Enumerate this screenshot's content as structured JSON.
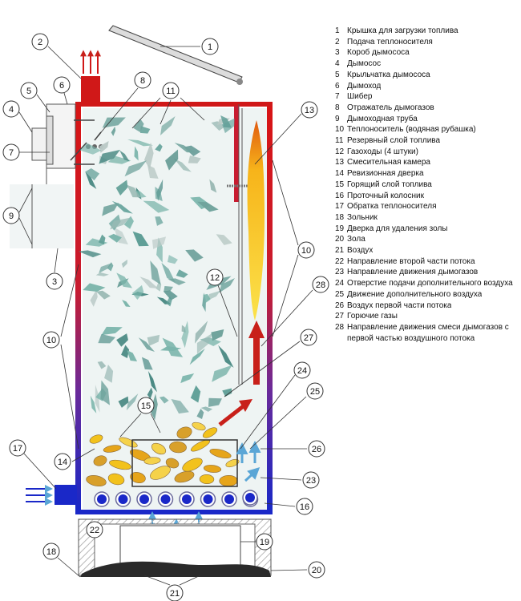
{
  "colors": {
    "hot": "#d01818",
    "cold": "#1a28c8",
    "air": "#5aa6d6",
    "flame": "#f7c21e",
    "fuel": "#5fa69a",
    "hatch": "#c8c8c8"
  },
  "callouts": [
    "1",
    "2",
    "3",
    "4",
    "5",
    "6",
    "7",
    "8",
    "9",
    "10",
    "11",
    "12",
    "13",
    "14",
    "15",
    "16",
    "17",
    "18",
    "19",
    "20",
    "21",
    "22",
    "23",
    "24",
    "25",
    "26",
    "27",
    "28"
  ],
  "legend": [
    {
      "num": "1",
      "text": "Крышка для загрузки топлива"
    },
    {
      "num": "2",
      "text": "Подача теплоносителя"
    },
    {
      "num": "3",
      "text": "Короб дымососа"
    },
    {
      "num": "4",
      "text": "Дымосос"
    },
    {
      "num": "5",
      "text": "Крыльчатка дымососа"
    },
    {
      "num": "6",
      "text": "Дымоход"
    },
    {
      "num": "7",
      "text": "Шибер"
    },
    {
      "num": "8",
      "text": "Отражатель дымогазов"
    },
    {
      "num": "9",
      "text": "Дымоходная труба"
    },
    {
      "num": "10",
      "text": "Теплоноситель (водяная рубашка)"
    },
    {
      "num": "11",
      "text": "Резервный слой топлива"
    },
    {
      "num": "12",
      "text": "Газоходы (4 штуки)"
    },
    {
      "num": "13",
      "text": "Смесительная камера"
    },
    {
      "num": "14",
      "text": "Ревизионная дверка"
    },
    {
      "num": "15",
      "text": "Горящий слой топлива"
    },
    {
      "num": "16",
      "text": "Проточный колосник"
    },
    {
      "num": "17",
      "text": "Обратка теплоносителя"
    },
    {
      "num": "18",
      "text": "Зольник"
    },
    {
      "num": "19",
      "text": "Дверка для удаления золы"
    },
    {
      "num": "20",
      "text": "Зола"
    },
    {
      "num": "21",
      "text": "Воздух"
    },
    {
      "num": "22",
      "text": "Направление второй части потока"
    },
    {
      "num": "23",
      "text": "Направление движения дымогазов"
    },
    {
      "num": "24",
      "text": "Отверстие подачи дополнительного воздуха"
    },
    {
      "num": "25",
      "text": "Движение дополнительного воздуха"
    },
    {
      "num": "26",
      "text": "Воздух первой части потока"
    },
    {
      "num": "27",
      "text": "Горючие газы"
    },
    {
      "num": "28",
      "text": "Направление движения смеси дымогазов с",
      "cont": "первой частью воздушного потока"
    }
  ]
}
